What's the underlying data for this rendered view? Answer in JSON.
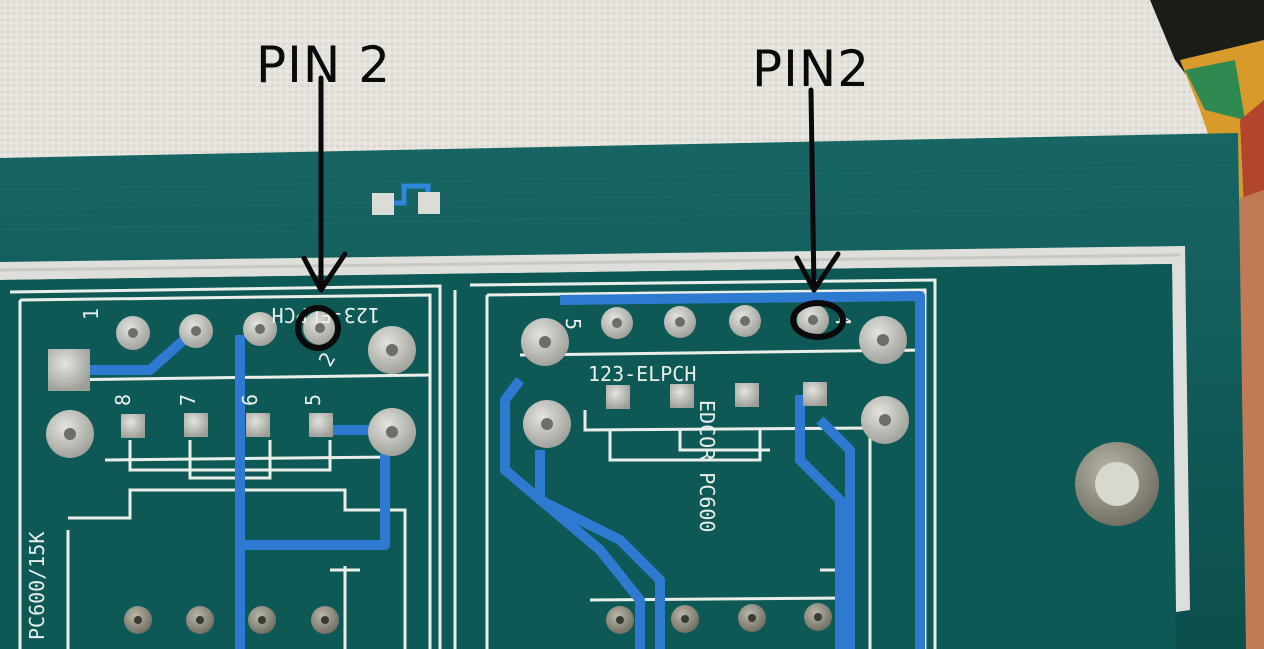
{
  "annotations": {
    "left_label": "PIN 2",
    "right_label": "PIN2"
  },
  "silkscreen": {
    "left_part": "PC600/15K",
    "left_header": "123-ELPCH",
    "right_part": "EDCOR PC600",
    "right_header": "123-ELPCH",
    "pin_numbers_left": [
      "1",
      "8",
      "7",
      "6",
      "5",
      "2"
    ],
    "pin_numbers_right": [
      "5",
      "4"
    ]
  },
  "colors": {
    "board": "#0f5a57",
    "trace": "#1f6fc4",
    "silkscreen": "#e9efe8",
    "pad": "#c9c9c4",
    "annotation": "#0a0a0a"
  }
}
